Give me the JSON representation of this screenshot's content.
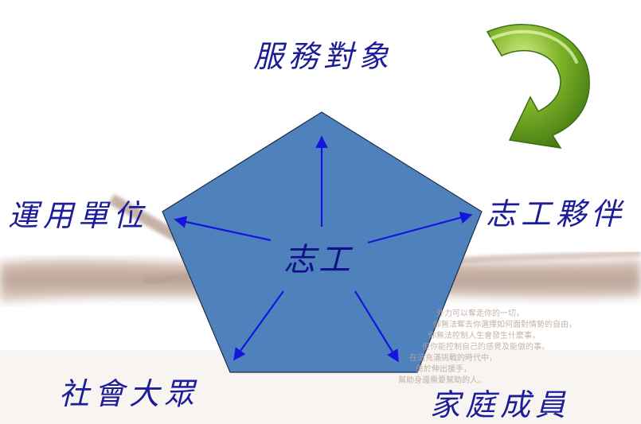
{
  "diagram": {
    "center": "志工",
    "nodes": {
      "top": "服務對象",
      "left": "運用單位",
      "right": "志工夥伴",
      "bottom_left": "社會大眾",
      "bottom_right": "家庭成員"
    }
  },
  "background": {
    "text_lines": [
      "外力可以奪走你的一切，",
      "卻無法奪去你選擇如何面對情勢的自由，",
      "你無法控制人生會發生什麼事，",
      "但你能控制自己的感覺及能做的事。",
      "在這充滿挑戰的時代中，",
      "勇於伸出援手，",
      "幫助身邊需要幫助的人。"
    ]
  },
  "colors": {
    "pentagon_fill": "#4f81bd",
    "arrow": "#1515dd",
    "label_text": "#1d1d9a",
    "cycle_arrow": "#5c9a1c"
  },
  "icons": {
    "cycle": "refresh-arrow-icon"
  }
}
